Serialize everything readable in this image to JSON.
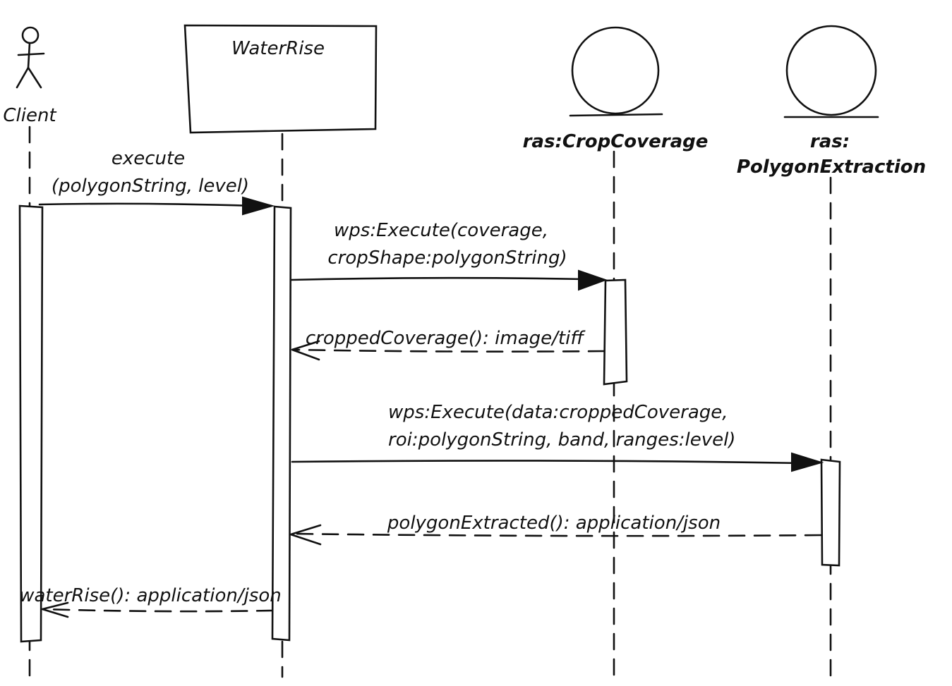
{
  "participants": {
    "client": "Client",
    "waterrise": "WaterRise",
    "crop": "ras:CropCoverage",
    "poly_line1": "ras:",
    "poly_line2": "PolygonExtraction"
  },
  "messages": {
    "m1_line1": "execute",
    "m1_line2": "(polygonString, level)",
    "m2_line1": "wps:Execute(coverage,",
    "m2_line2": "cropShape:polygonString)",
    "m3": "croppedCoverage(): image/tiff",
    "m4_line1": "wps:Execute(data:croppedCoverage,",
    "m4_line2": "roi:polygonString, band, ranges:level)",
    "m5": "polygonExtracted(): application/json",
    "m6": "waterRise(): application/json"
  }
}
